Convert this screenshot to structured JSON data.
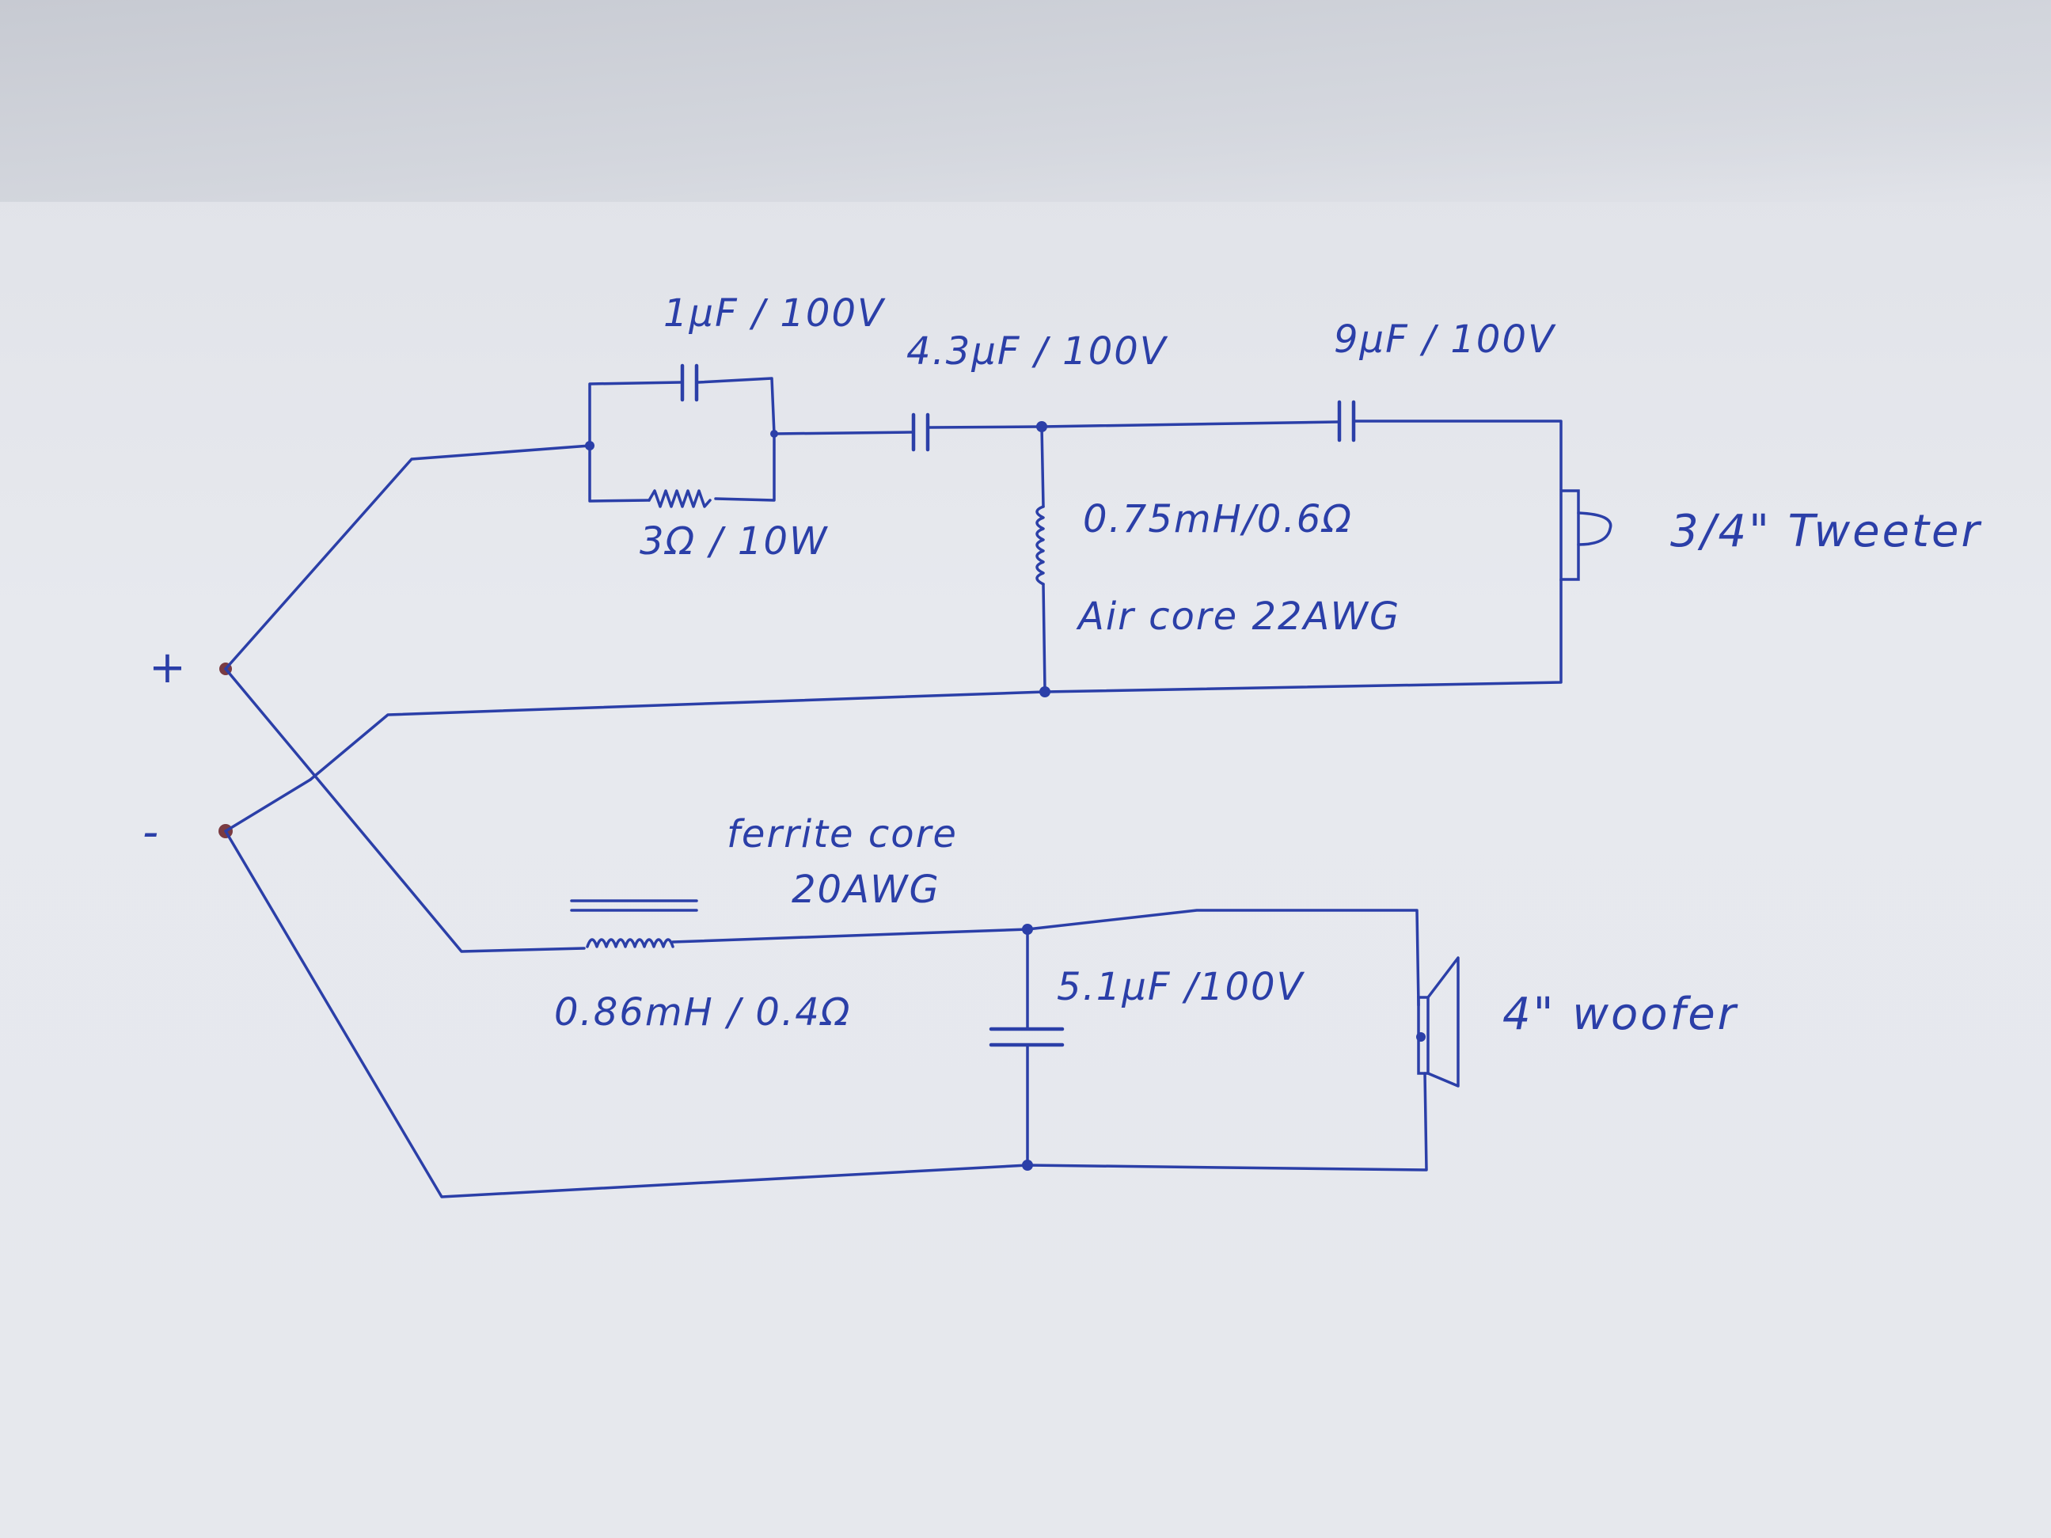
{
  "terminals": {
    "plus": "+",
    "minus": "-"
  },
  "tweeter_section": {
    "c_parallel_label": "1μF / 100V",
    "r_parallel_label": "3Ω / 10W",
    "c_series_1_label": "4.3μF / 100V",
    "c_series_2_label": "9μF / 100V",
    "inductor_label": "0.75mH/0.6Ω",
    "inductor_core_label": "Air core 22AWG",
    "driver_label": "3/4\" Tweeter"
  },
  "woofer_section": {
    "inductor_core_line1": "ferrite core",
    "inductor_core_line2": "20AWG",
    "inductor_label": "0.86mH / 0.4Ω",
    "cap_label": "5.1μF /100V",
    "driver_label": "4\" woofer"
  },
  "colors": {
    "ink": "#2b3fa8",
    "paper": "#e6e8ed"
  }
}
